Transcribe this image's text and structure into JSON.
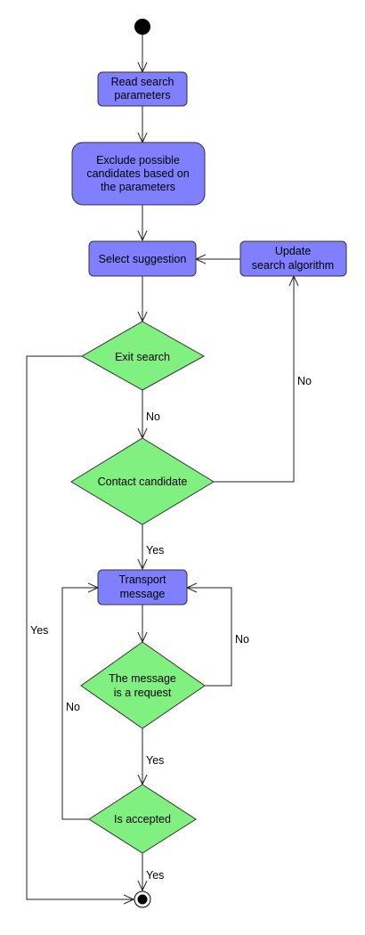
{
  "nodes": {
    "read_params": {
      "lines": [
        "Read search",
        "parameters"
      ],
      "fill": "#8080ff"
    },
    "exclude": {
      "lines": [
        "Exclude possible",
        "candidates based on",
        "the parameters"
      ],
      "fill": "#8080ff"
    },
    "select": {
      "lines": [
        "Select suggestion"
      ],
      "fill": "#8080ff"
    },
    "update": {
      "lines": [
        "Update",
        "search algorithm"
      ],
      "fill": "#8080ff"
    },
    "exit_search": {
      "lines": [
        "Exit search"
      ],
      "fill": "#80f080"
    },
    "contact": {
      "lines": [
        "Contact candidate"
      ],
      "fill": "#80f080"
    },
    "transport": {
      "lines": [
        "Transport",
        "message"
      ],
      "fill": "#8080ff"
    },
    "is_request": {
      "lines": [
        "The message",
        "is a request"
      ],
      "fill": "#80f080"
    },
    "accepted": {
      "lines": [
        "Is accepted"
      ],
      "fill": "#80f080"
    }
  },
  "edge_labels": {
    "exit_no": "No",
    "contact_no": "No",
    "contact_yes": "Yes",
    "request_no": "No",
    "request_yes": "Yes",
    "accepted_no": "No",
    "accepted_yes": "Yes",
    "exit_yes": "Yes"
  },
  "colors": {
    "action": "#8080ff",
    "decision": "#80f080",
    "line": "#222222"
  }
}
